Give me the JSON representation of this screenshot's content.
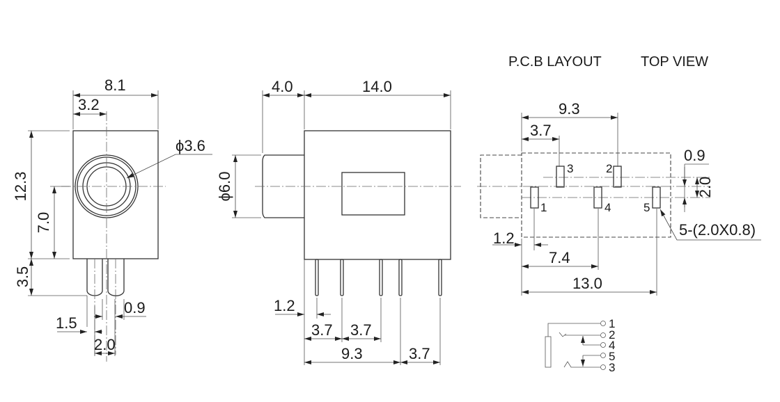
{
  "title": {
    "pcb_layout": "P.C.B LAYOUT",
    "top_view": "TOP VIEW"
  },
  "front_view": {
    "width": "8.1",
    "center_offset": "3.2",
    "height": "12.3",
    "center_height": "7.0",
    "pin_length": "3.5",
    "hole_diameter": "ϕ3.6",
    "pin_width": "0.9",
    "pin_edge": "1.5",
    "pin_pitch": "2.0"
  },
  "side_view": {
    "plug_length": "4.0",
    "body_length": "14.0",
    "plug_diameter": "ϕ6.0",
    "pin_offset": "1.2",
    "pitch_a": "3.7",
    "pitch_b": "3.7",
    "pitch_total": "9.3",
    "pitch_c": "3.7"
  },
  "pcb_layout": {
    "span_top": "9.3",
    "offset_top": "3.7",
    "row_offset": "0.9",
    "row_pitch": "2.0",
    "pad_spec": "5-(2.0X0.8)",
    "edge_offset": "1.2",
    "span_mid": "7.4",
    "span_total": "13.0",
    "pads": [
      "1",
      "2",
      "3",
      "4",
      "5"
    ]
  },
  "schematic": {
    "terminals": [
      "1",
      "2",
      "4",
      "5",
      "3"
    ]
  }
}
